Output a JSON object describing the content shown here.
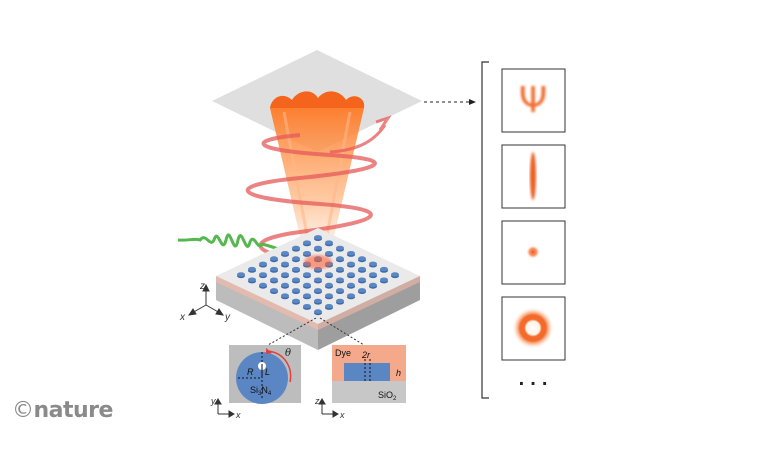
{
  "brand": {
    "copyright_symbol": "©",
    "wordmark": "nature"
  },
  "axes_main": {
    "z": "z",
    "x": "x",
    "y": "y"
  },
  "inset_top": {
    "theta": "θ",
    "R": "R",
    "L": "L",
    "material": "Si",
    "material_sub1": "3",
    "material_mid": "N",
    "material_sub2": "4",
    "axis_y": "y",
    "axis_x": "x"
  },
  "inset_side": {
    "dye": "Dye",
    "two_r": "2r",
    "h": "h",
    "substrate": "SiO",
    "substrate_sub": "2",
    "axis_z": "z",
    "axis_x": "x"
  },
  "panels": {
    "panel1_glyph": "Ψ",
    "ellipsis": "· · ·"
  },
  "colors": {
    "beam": "#f26b1d",
    "helix": "#e04848",
    "wave": "#4caf50",
    "pillar": "#5b86c4",
    "dye": "#f4a98a",
    "substrate": "#c7c7c7"
  }
}
